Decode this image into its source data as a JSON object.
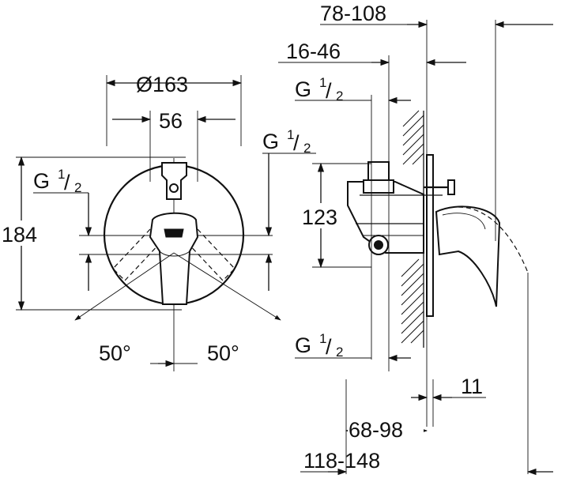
{
  "drawing": {
    "front_view": {
      "diameter_label": "Ø163",
      "width_label": "56",
      "height_label": "184",
      "thread_left": {
        "main": "G",
        "sup": "1",
        "sub": "2"
      },
      "thread_right": {
        "main": "G",
        "sup": "1",
        "sub": "2"
      },
      "angle_left": "50°",
      "angle_right": "50°"
    },
    "side_view": {
      "depth_outer": "78-108",
      "depth_inner": "16-46",
      "height_label": "123",
      "thread_top": {
        "main": "G",
        "sup": "1",
        "sub": "2"
      },
      "thread_bottom": {
        "main": "G",
        "sup": "1",
        "sub": "2"
      },
      "plate_label": "11",
      "depth_body": "68-98",
      "depth_total": "118-148"
    }
  }
}
